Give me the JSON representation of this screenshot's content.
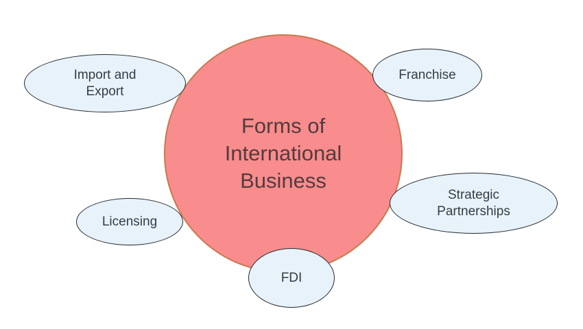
{
  "diagram": {
    "background_color": "#FFFFFF",
    "center": {
      "label": "Forms of\nInternational\nBusiness",
      "fill_color": "#F98C8C",
      "stroke_color": "#C8794D",
      "text_color": "#523C41"
    },
    "node_style": {
      "fill_color": "#E7F2FA",
      "stroke_color": "#23272D",
      "text_color": "#343C44"
    },
    "nodes": [
      {
        "id": "import-export",
        "label": "Import and\nExport",
        "position": "top-left"
      },
      {
        "id": "franchise",
        "label": "Franchise",
        "position": "top-right"
      },
      {
        "id": "strategic-partnerships",
        "label": "Strategic\nPartnerships",
        "position": "right"
      },
      {
        "id": "licensing",
        "label": "Licensing",
        "position": "bottom-left"
      },
      {
        "id": "fdi",
        "label": "FDI",
        "position": "bottom-center"
      }
    ]
  }
}
